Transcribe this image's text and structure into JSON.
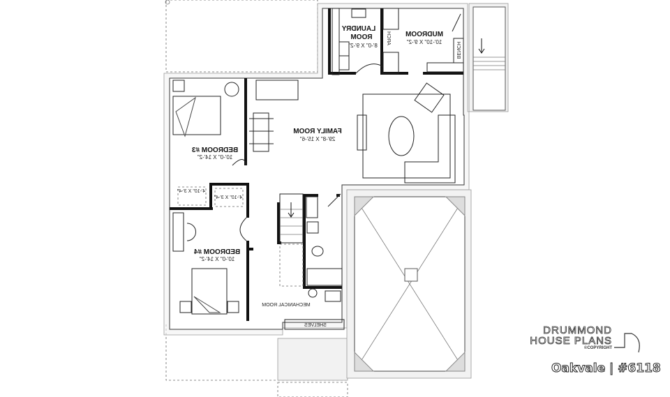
{
  "rooms": {
    "laundry": {
      "name_line1": "LAUNDRY",
      "name_line2": "ROOM",
      "size": "8'-0\" X 9'-2\""
    },
    "mudroom": {
      "name": "MUDROOM",
      "size": "10'-10\" X 9'-2\""
    },
    "family": {
      "name": "FAMILY ROOM",
      "size": "29'-8\" X 15'-6\""
    },
    "bedroom3": {
      "name": "BEDROOM #3",
      "size": "10'-0\" X 14'-2\""
    },
    "bedroom4": {
      "name": "BEDROOM #4",
      "size": "10'-0\" X 14'-2\""
    },
    "closet1": {
      "size": "4'-10\" X 3'-4\""
    },
    "closet2": {
      "size": "4'-10\" X 3'-4\""
    },
    "mechanical": {
      "name": "MECHANICAL ROOM"
    },
    "shelves": {
      "name": "SHELVES"
    }
  },
  "annotations": {
    "arch": "ARCH",
    "bench": "BENCH"
  },
  "orientation": "mirrored",
  "logo": {
    "line1": "DRUMMOND",
    "line2": "HOUSE PLANS",
    "copyright": "©COPYRIGHT"
  },
  "plan_title": "Oakvale | #6118"
}
